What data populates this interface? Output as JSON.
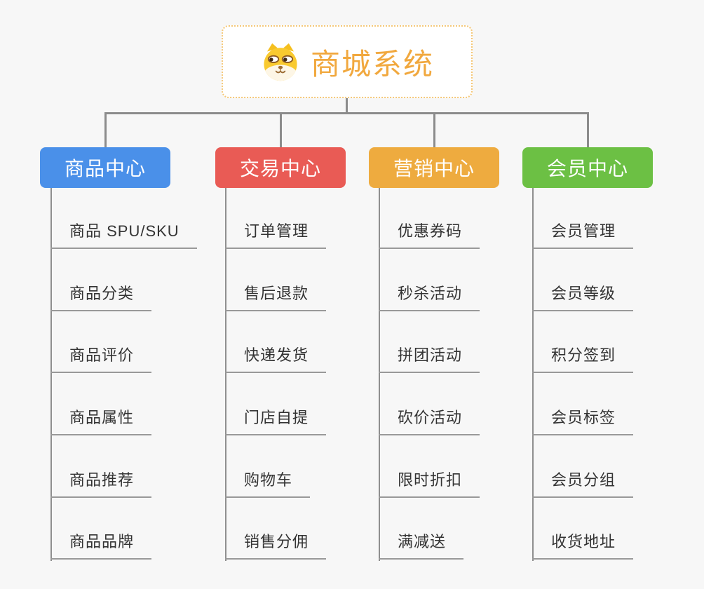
{
  "root": {
    "title": "商城系统",
    "icon": "dog-face",
    "title_color": "#f1a83e",
    "border_color": "#f5c878",
    "background": "#ffffff"
  },
  "connector_color": "#8c8c8c",
  "leaf_text_color": "#333333",
  "leaf_line_color": "#999999",
  "page_background": "#f7f7f7",
  "branches": [
    {
      "label": "商品中心",
      "color": "#4a90e9",
      "items": [
        "商品 SPU/SKU",
        "商品分类",
        "商品评价",
        "商品属性",
        "商品推荐",
        "商品品牌"
      ]
    },
    {
      "label": "交易中心",
      "color": "#e95b55",
      "items": [
        "订单管理",
        "售后退款",
        "快递发货",
        "门店自提",
        "购物车",
        "销售分佣"
      ]
    },
    {
      "label": "营销中心",
      "color": "#eeab3f",
      "items": [
        "优惠券码",
        "秒杀活动",
        "拼团活动",
        "砍价活动",
        "限时折扣",
        "满减送"
      ]
    },
    {
      "label": "会员中心",
      "color": "#6cc044",
      "items": [
        "会员管理",
        "会员等级",
        "积分签到",
        "会员标签",
        "会员分组",
        "收货地址"
      ]
    }
  ]
}
